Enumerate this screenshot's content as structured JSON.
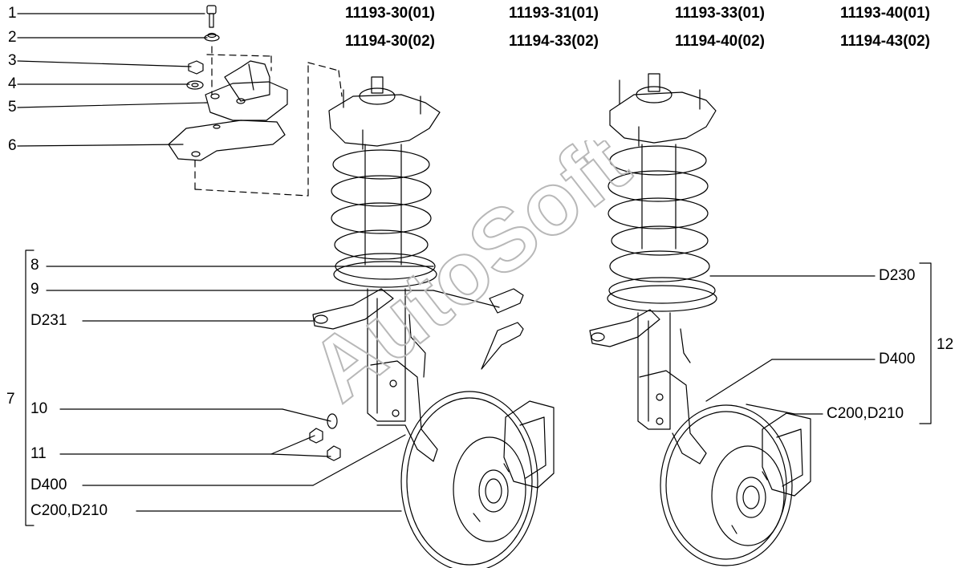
{
  "header_codes": [
    [
      "11193-30(01)",
      "11194-30(02)"
    ],
    [
      "11193-31(01)",
      "11194-33(02)"
    ],
    [
      "11193-33(01)",
      "11194-40(02)"
    ],
    [
      "11193-40(01)",
      "11194-43(02)"
    ]
  ],
  "left_callouts": {
    "c1": "1",
    "c2": "2",
    "c3": "3",
    "c4": "4",
    "c5": "5",
    "c6": "6",
    "c7": "7",
    "c8": "8",
    "c9": "9",
    "d231": "D231",
    "c10": "10",
    "c11": "11",
    "d400": "D400",
    "c200": "C200,D210"
  },
  "right_callouts": {
    "d230": "D230",
    "c12": "12",
    "d400": "D400",
    "c200": "C200,D210"
  },
  "watermark": "AutoSoft",
  "colors": {
    "line": "#000000",
    "watermark": "#c8c8c8",
    "background": "#ffffff"
  }
}
